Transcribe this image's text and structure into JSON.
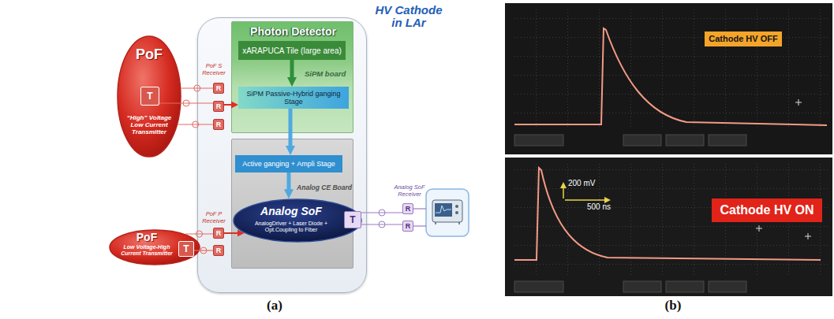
{
  "diagram": {
    "nodes": [
      {
        "text": [
          "HV Cathode in LAr"
        ]
      },
      {
        "text": [
          "Photon Detector",
          "SiPM board"
        ],
        "in": 0
      },
      {
        "text": [
          "xARAPUCA Tile (large area)"
        ],
        "in": 1
      },
      {
        "text": [
          "SiPM Passive-Hybrid ganging Stage"
        ],
        "in": 1
      },
      {
        "text": [
          "Analog CE Board"
        ],
        "in": 0
      },
      {
        "text": [
          "Active ganging + Ampli Stage"
        ],
        "in": 4
      },
      {
        "text": [
          "Analog SoF",
          "AnalogDriver + Laser Diode + Opt.Coupling to Fiber"
        ],
        "in": 4
      },
      {
        "text": [
          "T"
        ],
        "in": 6
      },
      {
        "text": [
          "PoF",
          "“High” Voltage Low Current Transmitter"
        ]
      },
      {
        "text": [
          "T"
        ],
        "in": 8
      },
      {
        "text": [
          "PoF",
          "Low Voltage-High Current Transmitter"
        ]
      },
      {
        "text": [
          "T"
        ],
        "in": 10
      },
      {
        "text": [
          "R"
        ],
        "in": 0
      },
      {
        "text": [
          "R"
        ],
        "in": 0
      },
      {
        "text": [
          "R"
        ],
        "in": 0
      },
      {
        "text": [
          "R"
        ],
        "in": 0
      },
      {
        "text": [
          "R"
        ],
        "in": 0
      },
      {
        "text": [
          "R"
        ]
      },
      {
        "text": [
          "R"
        ]
      },
      {
        "text": [
          "Cathode HV OFF"
        ]
      },
      {
        "text": [
          "Cathode HV ON"
        ]
      }
    ],
    "edges": [
      {
        "from": 8,
        "to": 12,
        "arrow": "none"
      },
      {
        "from": 9,
        "to": 13,
        "arrow": "none"
      },
      {
        "from": 8,
        "to": 14,
        "arrow": "none"
      },
      {
        "from": 13,
        "to": 3,
        "arrow": "to"
      },
      {
        "from": 2,
        "to": 3,
        "arrow": "to"
      },
      {
        "from": 3,
        "to": 5,
        "arrow": "to"
      },
      {
        "from": 5,
        "to": 6,
        "arrow": "to"
      },
      {
        "from": 10,
        "to": 15,
        "arrow": "none"
      },
      {
        "from": 11,
        "to": 16,
        "arrow": "none"
      },
      {
        "from": 15,
        "to": 6,
        "arrow": "to"
      },
      {
        "from": 7,
        "to": 17,
        "arrow": "none"
      },
      {
        "from": 7,
        "to": 18,
        "arrow": "none"
      }
    ],
    "labels": [
      "PoF S Receiver",
      "PoF P Receiver",
      "Analog SoF Receiver",
      "200 mV",
      "500 ns",
      "(a)",
      "(b)"
    ]
  }
}
